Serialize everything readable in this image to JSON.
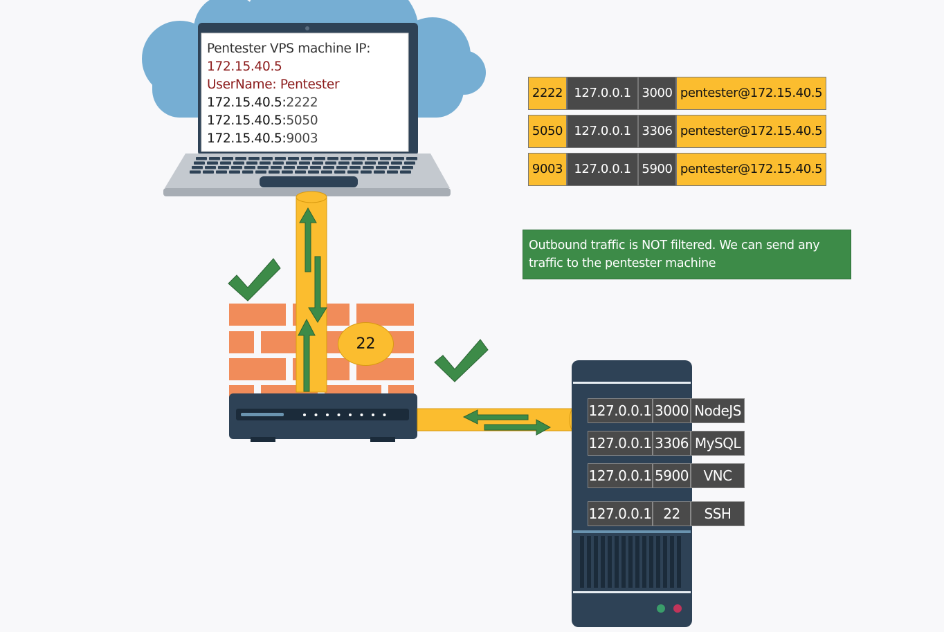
{
  "laptop": {
    "lines": [
      {
        "text": "Pentester VPS machine IP:"
      },
      {
        "text": "172.15.40.5"
      },
      {
        "text": "UserName: Pentester"
      },
      {
        "ip": "172.15.40.5:",
        "port": "2222"
      },
      {
        "ip": "172.15.40.5:",
        "port": "5050"
      },
      {
        "ip": "172.15.40.5:",
        "port": "9003"
      }
    ]
  },
  "forwards": [
    {
      "local_port": "2222",
      "host": "127.0.0.1",
      "remote_port": "3000",
      "target": "pentester@172.15.40.5"
    },
    {
      "local_port": "5050",
      "host": "127.0.0.1",
      "remote_port": "3306",
      "target": "pentester@172.15.40.5"
    },
    {
      "local_port": "9003",
      "host": "127.0.0.1",
      "remote_port": "5900",
      "target": "pentester@172.15.40.5"
    }
  ],
  "note": "Outbound traffic is NOT filtered. We can send any traffic to the pentester machine",
  "firewall": {
    "open_port": "22"
  },
  "services": [
    {
      "host": "127.0.0.1",
      "port": "3000",
      "name": "NodeJS"
    },
    {
      "host": "127.0.0.1",
      "port": "3306",
      "name": "MySQL"
    },
    {
      "host": "127.0.0.1",
      "port": "5900",
      "name": "VNC"
    },
    {
      "host": "127.0.0.1",
      "port": "22",
      "name": "SSH"
    }
  ],
  "colors": {
    "cloud": "#76aed3",
    "pipe": "#fbbd2f",
    "arrow": "#3d8b48",
    "brick": "#f18c5a",
    "device": "#2e4256",
    "note_bg": "#3d8b48"
  }
}
